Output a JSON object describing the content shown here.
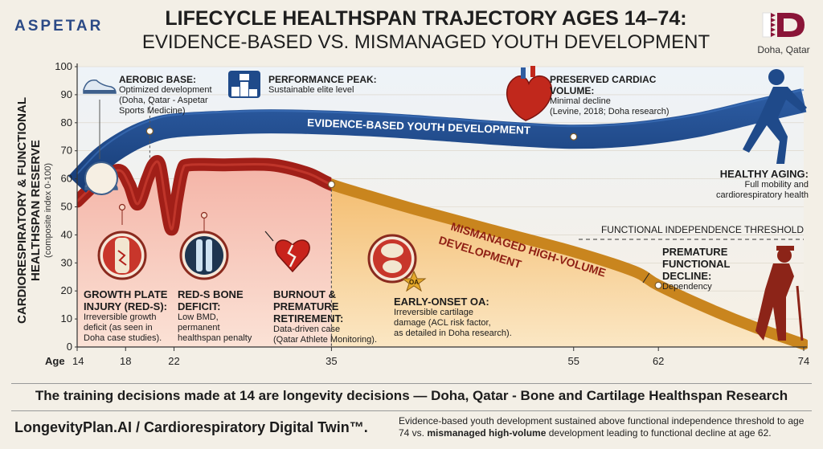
{
  "header": {
    "logo_left": "ASPETAR",
    "title_line1": "LIFECYCLE HEALTHSPAN TRAJECTORY AGES 14–74:",
    "title_line2": "EVIDENCE-BASED VS. MISMANAGED YOUTH DEVELOPMENT",
    "logo_right_city": "Doha, Qatar"
  },
  "chart_data": {
    "type": "area",
    "ylabel_line1": "CARDIORESPIRATORY & FUNCTIONAL",
    "ylabel_line2": "HEALTHSPAN RESERVE",
    "ylabel_sub": "(composite index 0-100)",
    "ylim": [
      0,
      100
    ],
    "yticks": [
      0,
      10,
      20,
      30,
      40,
      50,
      60,
      70,
      80,
      90,
      100
    ],
    "xlim": [
      14,
      74
    ],
    "x_axis_prefix": "Age",
    "xticks": [
      14,
      18,
      22,
      35,
      55,
      62,
      74
    ],
    "threshold": {
      "value": 40,
      "label": "FUNCTIONAL INDEPENDENCE THRESHOLD"
    },
    "series": [
      {
        "name": "EVIDENCE-BASED YOUTH DEVELOPMENT",
        "color": "#1f4a8a",
        "x": [
          14,
          16,
          18,
          20,
          22,
          26,
          30,
          35,
          40,
          45,
          50,
          55,
          60,
          65,
          70,
          74
        ],
        "y": [
          58,
          67,
          73,
          77,
          79,
          80,
          80.5,
          80,
          79,
          77.5,
          76,
          75,
          76,
          79,
          84,
          88
        ]
      },
      {
        "name": "MISMANAGED HIGH-VOLUME DEVELOPMENT",
        "color": "#b3261e",
        "x": [
          14,
          16,
          17.5,
          18.3,
          19,
          19.8,
          20.3,
          20.8,
          21.3,
          21.8,
          22.2,
          22.7,
          23.3,
          26,
          30,
          33,
          35,
          38,
          42,
          48,
          55,
          60,
          62,
          66,
          70,
          74
        ],
        "y": [
          52,
          60,
          63,
          58,
          51,
          60,
          65,
          65,
          52,
          42,
          52,
          63,
          65,
          65,
          65,
          62,
          58,
          54,
          49,
          42,
          34,
          27,
          22,
          14,
          7,
          1
        ]
      }
    ],
    "annotations": [
      {
        "id": "aerobic",
        "title": "AEROBIC BASE:",
        "body": [
          "Optimized development",
          "(Doha, Qatar - Aspetar",
          "Sports Medicine)"
        ]
      },
      {
        "id": "peak",
        "title": "PERFORMANCE PEAK:",
        "body": [
          "Sustainable elite level"
        ]
      },
      {
        "id": "cardiac",
        "title": "PRESERVED CARDIAC VOLUME:",
        "body": [
          "Minimal decline",
          "(Levine, 2018; Doha research)"
        ]
      },
      {
        "id": "healthy",
        "title": "HEALTHY AGING:",
        "body": [
          "Full mobility and",
          "cardiorespiratory health"
        ]
      },
      {
        "id": "growth",
        "title": "GROWTH PLATE INJURY (RED-S):",
        "body": [
          "Irreversible growth",
          "deficit (as seen in",
          "Doha case studies)."
        ]
      },
      {
        "id": "reds",
        "title": "RED-S BONE DEFICIT:",
        "body": [
          "Low BMD,",
          "permanent",
          "healthspan penalty"
        ]
      },
      {
        "id": "burnout",
        "title": "BURNOUT & PREMATURE RETIREMENT:",
        "body": [
          "Data-driven case",
          "(Qatar Athlete Monitoring)."
        ]
      },
      {
        "id": "oa",
        "title": "EARLY-ONSET OA:",
        "body": [
          "Irreversible cartilage",
          "damage (ACL risk factor,",
          "as detailed in Doha research)."
        ],
        "badge": "OA"
      },
      {
        "id": "decline",
        "title": "PREMATURE FUNCTIONAL DECLINE:",
        "body": [
          "Dependency"
        ]
      }
    ]
  },
  "footer": {
    "statement": "The training decisions made at 14 are longevity decisions — Doha, Qatar - Bone and Cartilage Healthspan Research",
    "brand": "LongevityPlan.AI / Cardiorespiratory Digital Twin™.",
    "note_part1": "Evidence-based youth development sustained above functional independence threshold to age 74 vs. ",
    "note_bold": "mismanaged high-volume",
    "note_part2": " development leading to functional decline at age 62."
  },
  "colors": {
    "blue": "#1f4a8a",
    "red": "#b3261e",
    "orange_fill": "#f4c98e",
    "background": "#f3efe6"
  }
}
